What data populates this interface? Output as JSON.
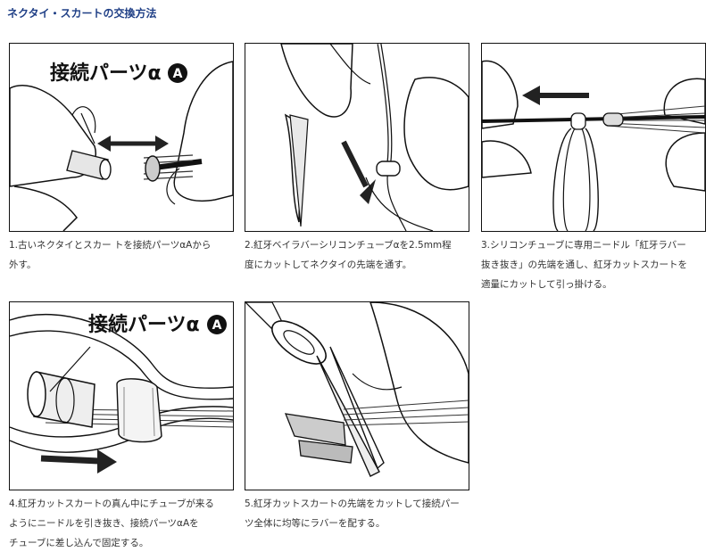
{
  "page_title": "ネクタイ・スカートの交換方法",
  "steps": [
    {
      "caption_lines": [
        "1.古いネクタイとスカー トを接続パーツαAから",
        "外す。"
      ],
      "label": "接続パーツα",
      "badge": "A"
    },
    {
      "caption_lines": [
        "2.紅牙ベイラバーシリコンチューブαを2.5mm程",
        "度にカットしてネクタイの先端を通す。"
      ]
    },
    {
      "caption_lines": [
        "3.シリコンチューブに専用ニードル「紅牙ラバー",
        "抜き抜き」の先端を通し、紅牙カットスカートを",
        "適量にカットして引っ掛ける。"
      ]
    },
    {
      "caption_lines": [
        "4.紅牙カットスカートの真ん中にチューブが来る",
        "ようにニードルを引き抜き、接続パーツαAを",
        "チューブに差し込んで固定する。"
      ],
      "label": "接続パーツα",
      "badge": "A"
    },
    {
      "caption_lines": [
        "5.紅牙カットスカートの先端をカットして接続パー",
        "ツ全体に均等にラバーを配する。"
      ]
    }
  ],
  "colors": {
    "title": "#1f3f86",
    "border": "#111111",
    "arrow": "#222222"
  }
}
